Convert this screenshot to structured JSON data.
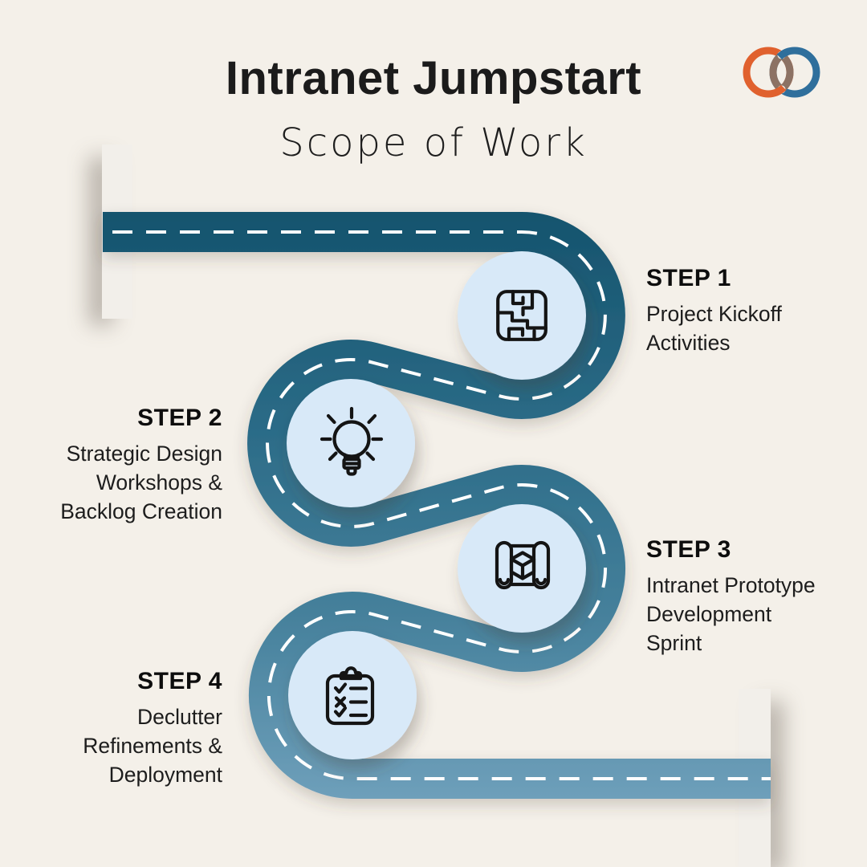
{
  "header": {
    "title": "Intranet Jumpstart",
    "subtitle": "Scope of Work"
  },
  "logo": {
    "name": "interlocking-rings-logo",
    "orange": "#E0612E",
    "blue": "#2F6F9C",
    "overlap": "#8C7264"
  },
  "steps": [
    {
      "label": "STEP 1",
      "icon": "maze-icon",
      "lines": [
        "Project Kickoff",
        "Activities"
      ]
    },
    {
      "label": "STEP 2",
      "icon": "lightbulb-icon",
      "lines": [
        "Strategic Design",
        "Workshops &",
        "Backlog Creation"
      ]
    },
    {
      "label": "STEP 3",
      "icon": "blueprint-icon",
      "lines": [
        "Intranet Prototype",
        "Development",
        "Sprint"
      ]
    },
    {
      "label": "STEP 4",
      "icon": "checklist-icon",
      "lines": [
        "Declutter",
        "Refinements &",
        "Deployment"
      ]
    }
  ],
  "colors": {
    "background": "#F4F0E9",
    "decor_bar": "#F2EFEA",
    "road_gradient_top": "#15536D",
    "road_gradient_mid1": "#2C6C88",
    "road_gradient_mid2": "#45809B",
    "road_gradient_bottom": "#6FA0BB",
    "road_dash": "#FFFFFF",
    "step_circle_fill": "#D8E9F8",
    "icon_stroke": "#141414",
    "text": "#1D1D1D"
  }
}
